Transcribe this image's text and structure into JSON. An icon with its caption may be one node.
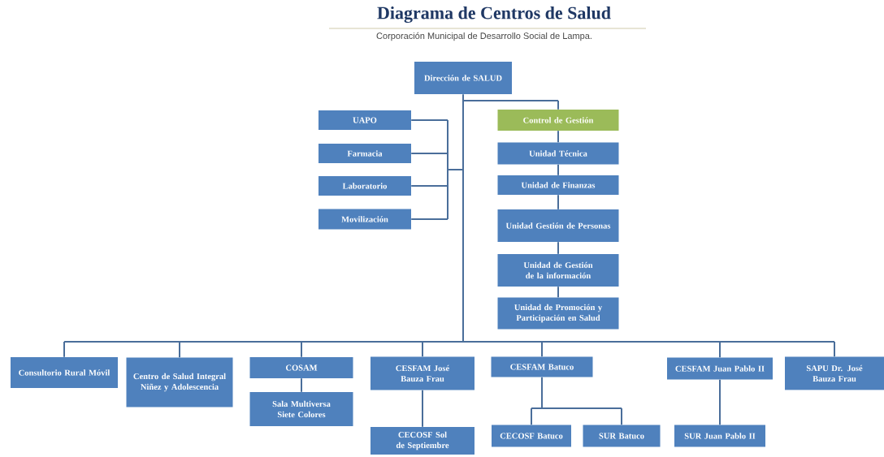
{
  "diagram": {
    "title": "Diagrama de Centros de Salud",
    "nodes": [
      {
        "text": [
          "Dirección de SALUD"
        ]
      },
      {
        "text": [
          "UAPO"
        ]
      },
      {
        "text": [
          "Farmacia"
        ]
      },
      {
        "text": [
          "Laboratorio"
        ]
      },
      {
        "text": [
          "Movilización"
        ]
      },
      {
        "text": [
          "Control de Gestión"
        ]
      },
      {
        "text": [
          "Unidad Técnica"
        ]
      },
      {
        "text": [
          "Unidad de Finanzas"
        ]
      },
      {
        "text": [
          "Unidad Gestión de Personas"
        ]
      },
      {
        "text": [
          "Unidad de Gestión de la información"
        ]
      },
      {
        "text": [
          "Unidad de Promoción y Participación en Salud"
        ]
      },
      {
        "text": [
          "Consultorio Rural Móvil"
        ]
      },
      {
        "text": [
          "Centro de Salud Integral Niñez y Adolescencia"
        ]
      },
      {
        "text": [
          "COSAM"
        ]
      },
      {
        "text": [
          "Sala Multiversa Siete Colores"
        ]
      },
      {
        "text": [
          "CESFAM José Bauza Frau"
        ]
      },
      {
        "text": [
          "CECOSF Sol de Septiembre"
        ]
      },
      {
        "text": [
          "CESFAM Batuco"
        ]
      },
      {
        "text": [
          "CECOSF Batuco"
        ]
      },
      {
        "text": [
          "SUR Batuco"
        ]
      },
      {
        "text": [
          "CESFAM Juan Pablo II"
        ]
      },
      {
        "text": [
          "SUR Juan Pablo II"
        ]
      },
      {
        "text": [
          "SAPU Dr. José Bauza Frau"
        ]
      }
    ],
    "edges": [
      {
        "from": 0,
        "to": 1,
        "arrow": "none"
      },
      {
        "from": 0,
        "to": 2,
        "arrow": "none"
      },
      {
        "from": 0,
        "to": 3,
        "arrow": "none"
      },
      {
        "from": 0,
        "to": 4,
        "arrow": "none"
      },
      {
        "from": 0,
        "to": 5,
        "arrow": "none"
      },
      {
        "from": 5,
        "to": 6,
        "arrow": "none"
      },
      {
        "from": 6,
        "to": 7,
        "arrow": "none"
      },
      {
        "from": 7,
        "to": 8,
        "arrow": "none"
      },
      {
        "from": 8,
        "to": 9,
        "arrow": "none"
      },
      {
        "from": 9,
        "to": 10,
        "arrow": "none"
      },
      {
        "from": 0,
        "to": 11,
        "arrow": "none"
      },
      {
        "from": 0,
        "to": 12,
        "arrow": "none"
      },
      {
        "from": 0,
        "to": 13,
        "arrow": "none"
      },
      {
        "from": 0,
        "to": 15,
        "arrow": "none"
      },
      {
        "from": 0,
        "to": 17,
        "arrow": "none"
      },
      {
        "from": 0,
        "to": 20,
        "arrow": "none"
      },
      {
        "from": 0,
        "to": 22,
        "arrow": "none"
      },
      {
        "from": 13,
        "to": 14,
        "arrow": "none"
      },
      {
        "from": 15,
        "to": 16,
        "arrow": "none"
      },
      {
        "from": 17,
        "to": 18,
        "arrow": "none"
      },
      {
        "from": 17,
        "to": 19,
        "arrow": "none"
      },
      {
        "from": 20,
        "to": 21,
        "arrow": "none"
      }
    ],
    "labels": [
      "Corporación Municipal de Desarrollo Social de Lampa."
    ]
  }
}
